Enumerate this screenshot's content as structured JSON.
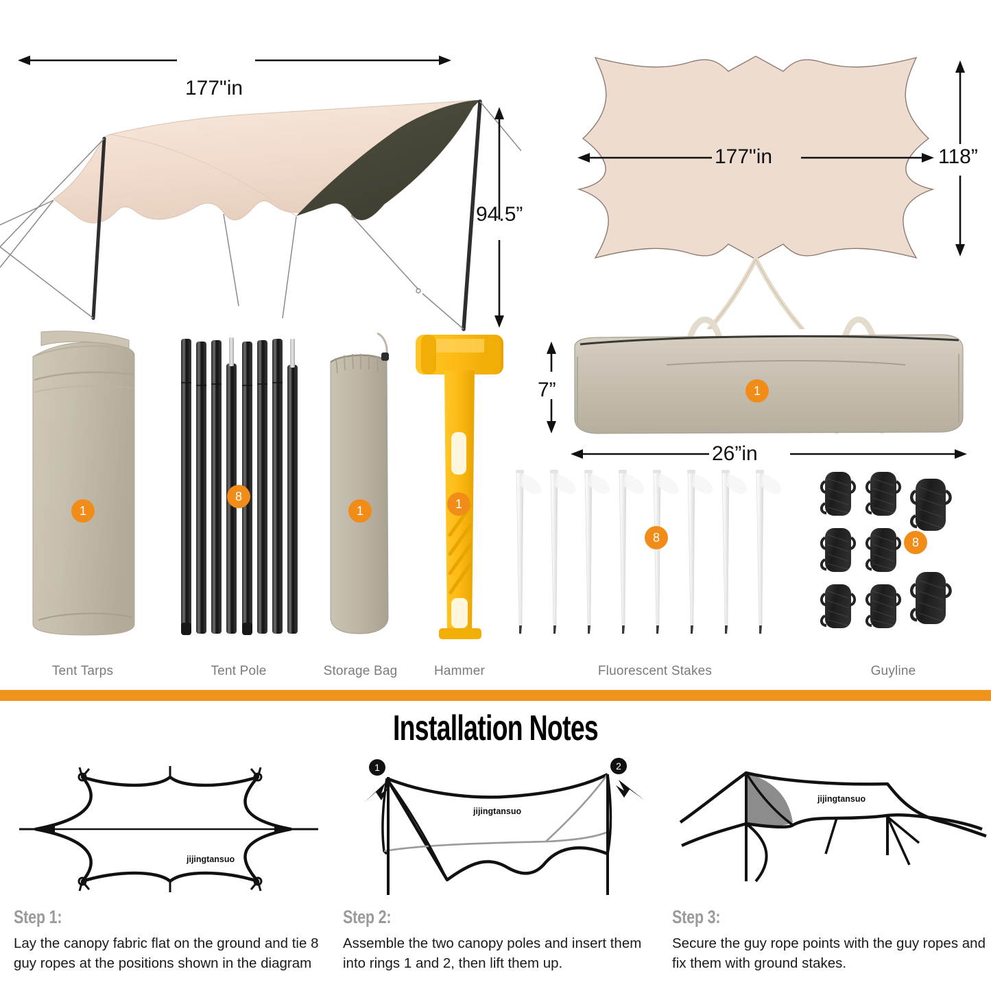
{
  "product": {
    "brand_watermark": "jijingtansuo",
    "accent_color": "#F0921C",
    "badge_color": "#F28C18",
    "tarp_light_color": "#F3E2D6",
    "tarp_dark_color": "#4A4A3C",
    "bag_color": "#C9C2B4",
    "hammer_color": "#FFC20E"
  },
  "hero": {
    "pitched": {
      "width_label": "177\"in",
      "height_label": "94.5”"
    },
    "flat": {
      "width_label": "177\"in",
      "height_label": "118”"
    },
    "bag": {
      "height_label": "7”",
      "width_label": "26”in",
      "badge": "1"
    }
  },
  "parts": [
    {
      "name": "tent-tarps",
      "label": "Tent Tarps",
      "qty": "1"
    },
    {
      "name": "tent-pole",
      "label": "Tent Pole",
      "qty": "8"
    },
    {
      "name": "storage-bag",
      "label": "Storage Bag",
      "qty": "1"
    },
    {
      "name": "hammer",
      "label": "Hammer",
      "qty": "1"
    },
    {
      "name": "fluorescent-stakes",
      "label": "Fluorescent Stakes",
      "qty": "8"
    },
    {
      "name": "guyline",
      "label": "Guyline",
      "qty": "8"
    }
  ],
  "installation": {
    "title": "Installation Notes",
    "steps": [
      {
        "head": "Step 1:",
        "body": "Lay the canopy fabric flat on the ground and tie 8 guy ropes at the positions shown in the diagram",
        "watermark": "jijingtansuo"
      },
      {
        "head": "Step 2:",
        "body": "Assemble the two canopy poles and insert them into rings 1 and 2, then lift them up.",
        "watermark": "jijingtansuo",
        "markers": [
          "1",
          "2"
        ]
      },
      {
        "head": "Step 3:",
        "body": "Secure the guy rope points with the guy ropes and fix them with ground stakes.",
        "watermark": "jijingtansuo"
      }
    ]
  }
}
